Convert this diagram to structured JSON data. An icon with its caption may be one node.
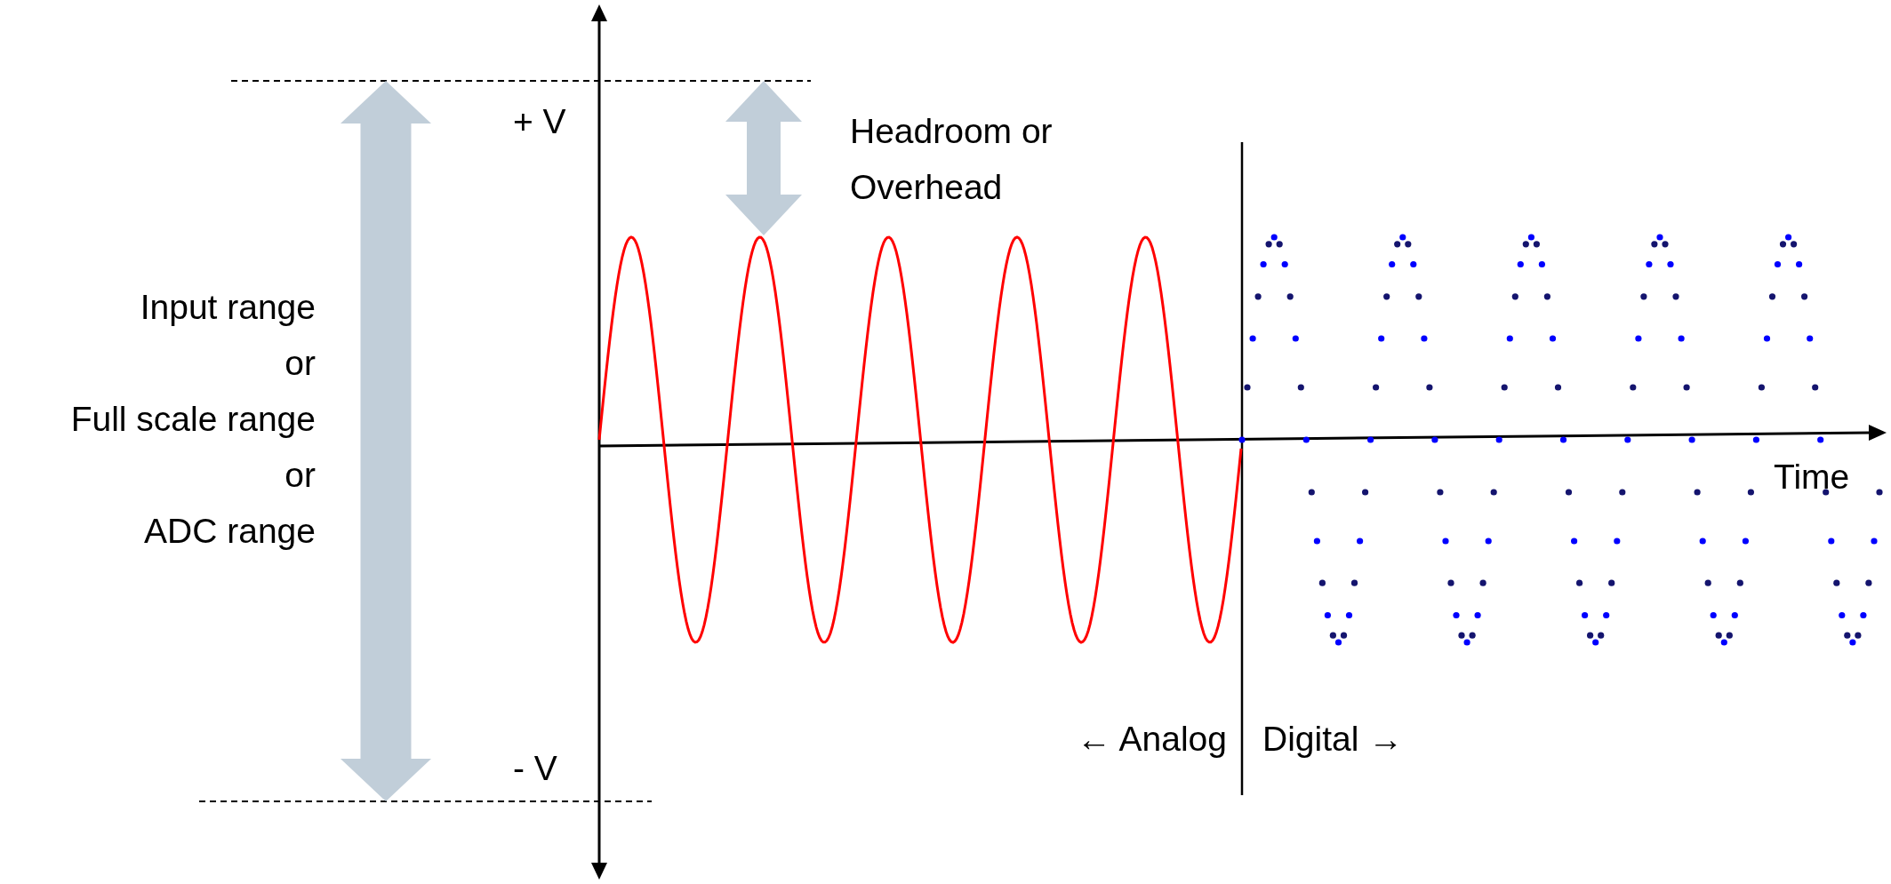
{
  "diagram": {
    "labels": [
      "+ V",
      "Headroom or Overhead",
      "Input range",
      "or",
      "Full scale range",
      "or",
      "ADC range",
      "Time",
      "- V",
      "← Analog",
      "Digital →"
    ]
  }
}
